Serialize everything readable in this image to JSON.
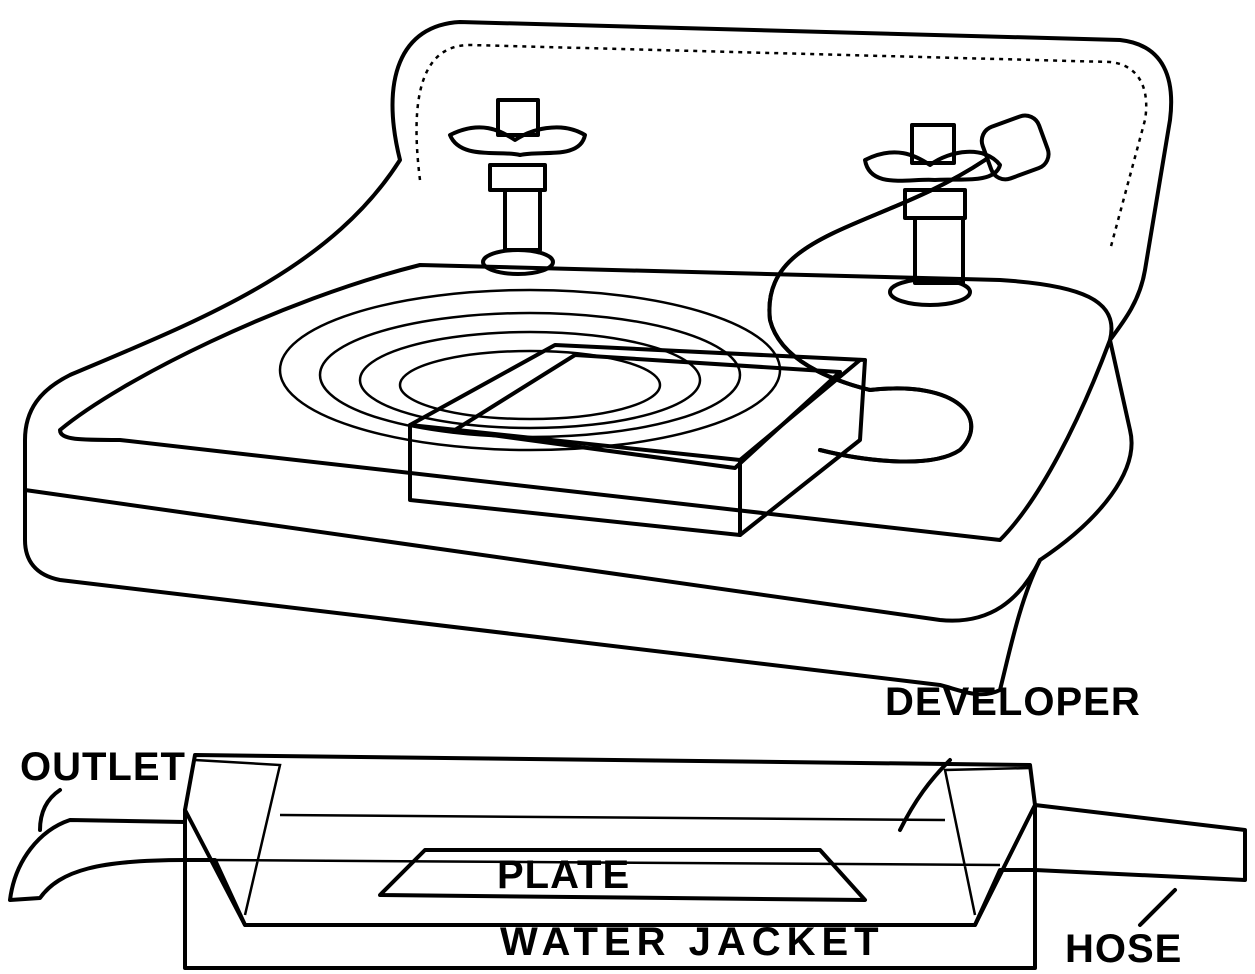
{
  "labels": {
    "developer": "DEVELOPER",
    "outlet": "OUTLET",
    "plate": "PLATE",
    "water_jacket": "WATER JACKET",
    "hose": "HOSE"
  },
  "colors": {
    "ink": "#000000",
    "paper": "#ffffff"
  }
}
